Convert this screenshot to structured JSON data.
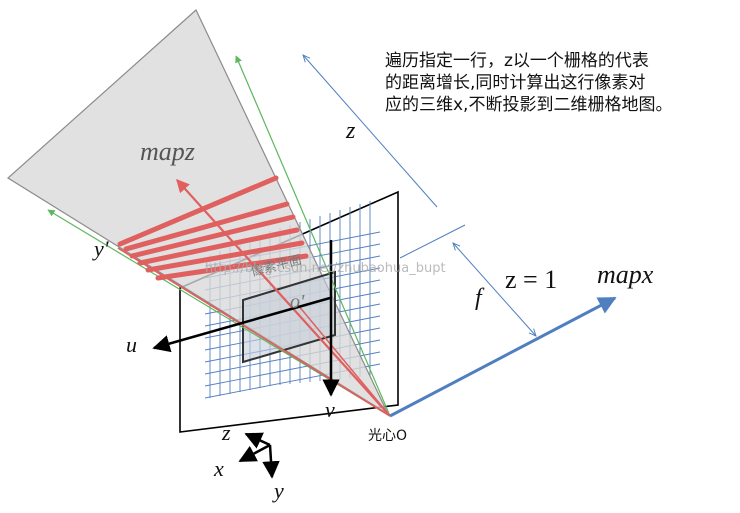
{
  "annotation": {
    "lines": [
      "遍历指定一行，z以一个栅格的代表",
      "的距离增长,同时计算出这行像素对",
      "应的三维x,不断投影到二维栅格地图。"
    ]
  },
  "labels": {
    "mapz": "mapz",
    "mapx": "mapx",
    "z_distance": "z",
    "f": "f",
    "z_eq_1": "z = 1",
    "y_prime": "y'",
    "o_prime": "o'",
    "u": "u",
    "v": "v",
    "optical_center": "光心O",
    "pixel_plane": "像素平面",
    "axis_z": "z",
    "axis_x": "x",
    "axis_y": "y",
    "watermark": "http://blog.csdn.net/zhubaohua_bupt"
  },
  "colors": {
    "frustum_fill": "#d9d9d9",
    "frustum_stroke": "#8c8c8c",
    "red": "#e06060",
    "blue": "#4f7fc0",
    "grid_blue": "#5580c0",
    "green": "#5cb85c",
    "black": "#000000"
  }
}
